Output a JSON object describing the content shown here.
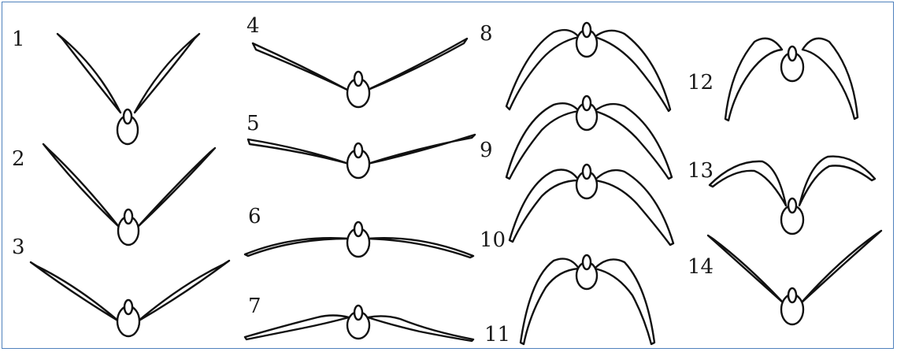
{
  "figure": {
    "border_color": "#4f81bd",
    "stroke_color": "#111111",
    "items": [
      {
        "label": "1"
      },
      {
        "label": "2"
      },
      {
        "label": "3"
      },
      {
        "label": "4"
      },
      {
        "label": "5"
      },
      {
        "label": "6"
      },
      {
        "label": "7"
      },
      {
        "label": "8"
      },
      {
        "label": "9"
      },
      {
        "label": "10"
      },
      {
        "label": "11"
      },
      {
        "label": "12"
      },
      {
        "label": "13"
      },
      {
        "label": "14"
      }
    ]
  }
}
